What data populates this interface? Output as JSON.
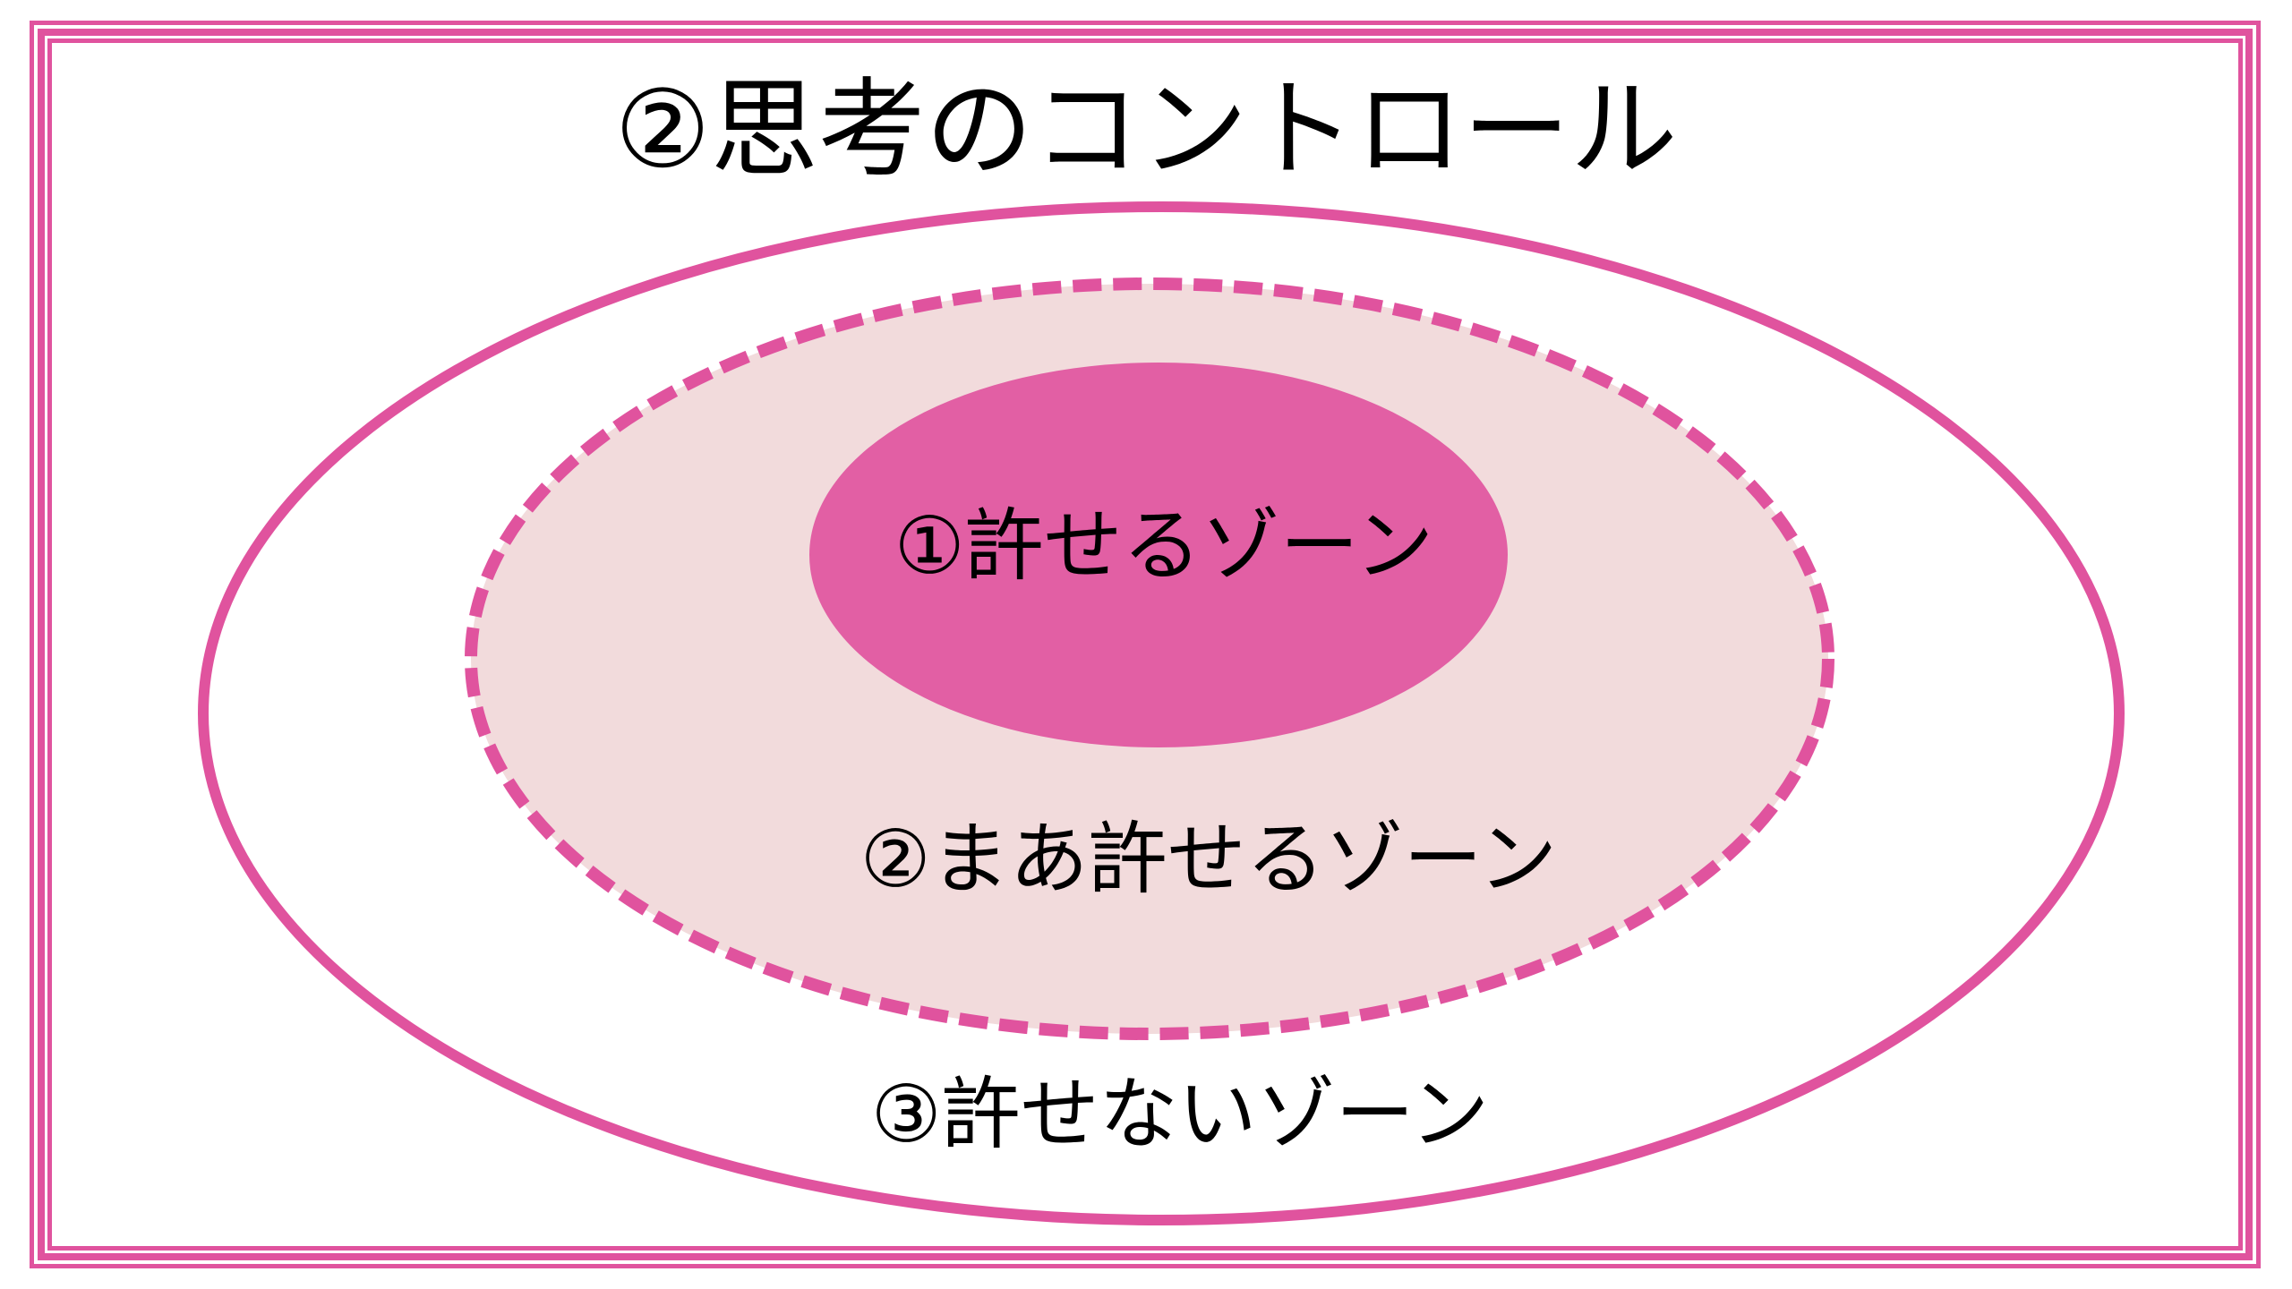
{
  "title": {
    "text": "②思考のコントロール"
  },
  "diagram": {
    "type": "nested-ellipse-zones",
    "zones": [
      {
        "label": "①許せるゾーン",
        "ring": "inner",
        "fill": "#e25fa4",
        "border_style": "none"
      },
      {
        "label": "②まあ許せるゾーン",
        "ring": "middle",
        "fill": "#f2dbdc",
        "border_style": "dashed"
      },
      {
        "label": "③許せないゾーン",
        "ring": "outer",
        "fill": "#ffffff",
        "border_style": "solid"
      }
    ]
  },
  "colors": {
    "accent_pink": "#e0539e",
    "inner_zone_fill": "#e25fa4",
    "middle_zone_fill": "#f2dbdc",
    "outer_zone_fill": "#ffffff",
    "text": "#000000",
    "background": "#ffffff"
  }
}
